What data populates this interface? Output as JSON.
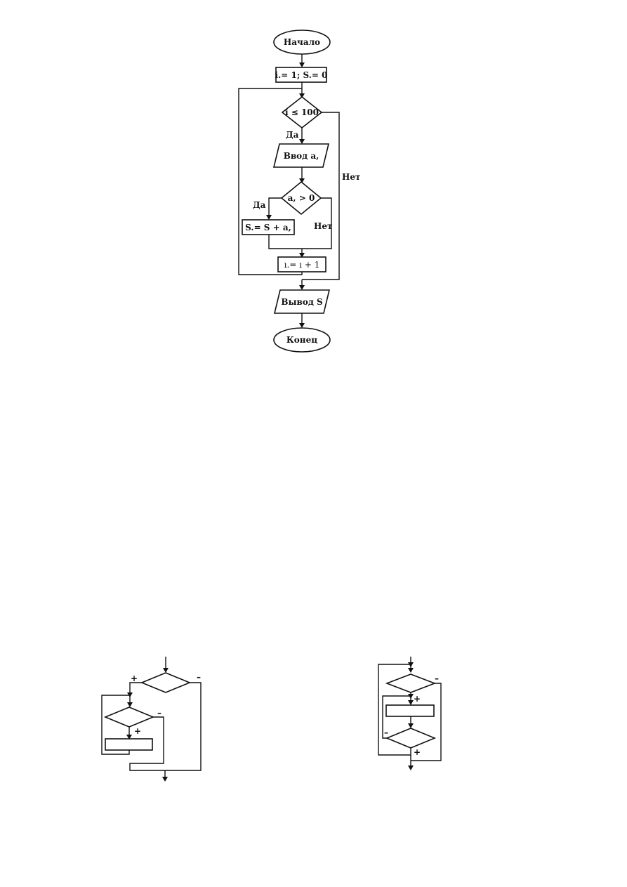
{
  "main_flowchart": {
    "start": "Начало",
    "init": "i.= 1; S.= 0",
    "loop_condition": "i ≤ 100",
    "yes_label_1": "Да",
    "no_label_1": "Нет",
    "input": "Ввод a,",
    "check": "a, > 0",
    "yes_label_2": "Да",
    "no_label_2": "Нет",
    "accumulate": "S.= S + a,",
    "increment": "ı.= ı + 1",
    "output": "Вывод S",
    "end": "Конец"
  },
  "left_schema": {
    "outer_plus": "+",
    "outer_minus": "–",
    "inner_plus": "+",
    "inner_minus": "–"
  },
  "right_schema": {
    "top_minus": "–",
    "top_plus": "+",
    "bottom_minus": "–",
    "bottom_plus": "+"
  }
}
